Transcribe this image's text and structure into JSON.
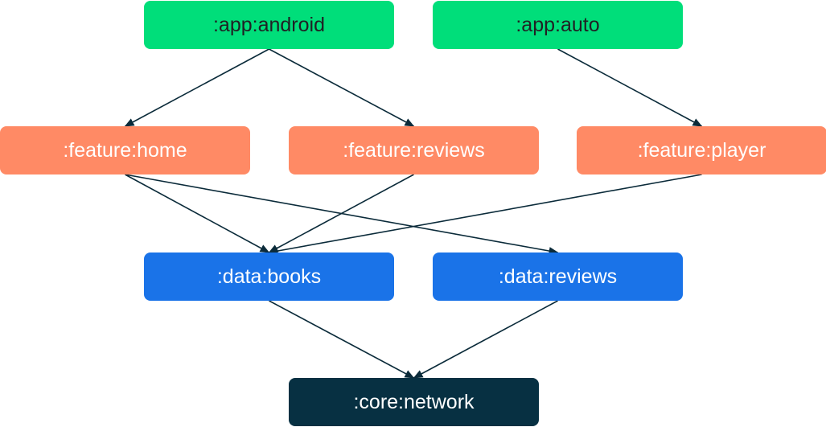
{
  "colors": {
    "app": "#00DE7A",
    "feature": "#FF8A65",
    "data": "#1A73E8",
    "core": "#073042",
    "edge": "#0B2B3A"
  },
  "nodes": [
    {
      "id": "app-android",
      "label": ":app:android",
      "group": "app"
    },
    {
      "id": "app-auto",
      "label": ":app:auto",
      "group": "app"
    },
    {
      "id": "feature-home",
      "label": ":feature:home",
      "group": "feature"
    },
    {
      "id": "feature-reviews",
      "label": ":feature:reviews",
      "group": "feature"
    },
    {
      "id": "feature-player",
      "label": ":feature:player",
      "group": "feature"
    },
    {
      "id": "data-books",
      "label": ":data:books",
      "group": "data"
    },
    {
      "id": "data-reviews",
      "label": ":data:reviews",
      "group": "data"
    },
    {
      "id": "core-network",
      "label": ":core:network",
      "group": "core"
    }
  ],
  "edges": [
    {
      "from": "app-android",
      "to": "feature-home"
    },
    {
      "from": "app-android",
      "to": "feature-reviews"
    },
    {
      "from": "app-auto",
      "to": "feature-player"
    },
    {
      "from": "feature-home",
      "to": "data-books"
    },
    {
      "from": "feature-home",
      "to": "data-reviews"
    },
    {
      "from": "feature-reviews",
      "to": "data-books"
    },
    {
      "from": "feature-player",
      "to": "data-books"
    },
    {
      "from": "data-books",
      "to": "core-network"
    },
    {
      "from": "data-reviews",
      "to": "core-network"
    }
  ]
}
